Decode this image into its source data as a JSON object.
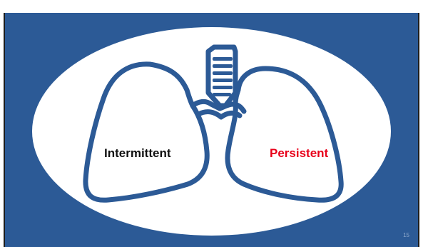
{
  "labels": {
    "left": "Intermittent",
    "right": "Persistent"
  },
  "slide": {
    "number": "15"
  },
  "colors": {
    "background_panel": "#2c5a96",
    "oval": "#ffffff",
    "lung_outline": "#2c5a96",
    "label_left": "#111111",
    "label_right": "#e8001a"
  },
  "icons": {
    "lungs": "lungs-icon"
  }
}
